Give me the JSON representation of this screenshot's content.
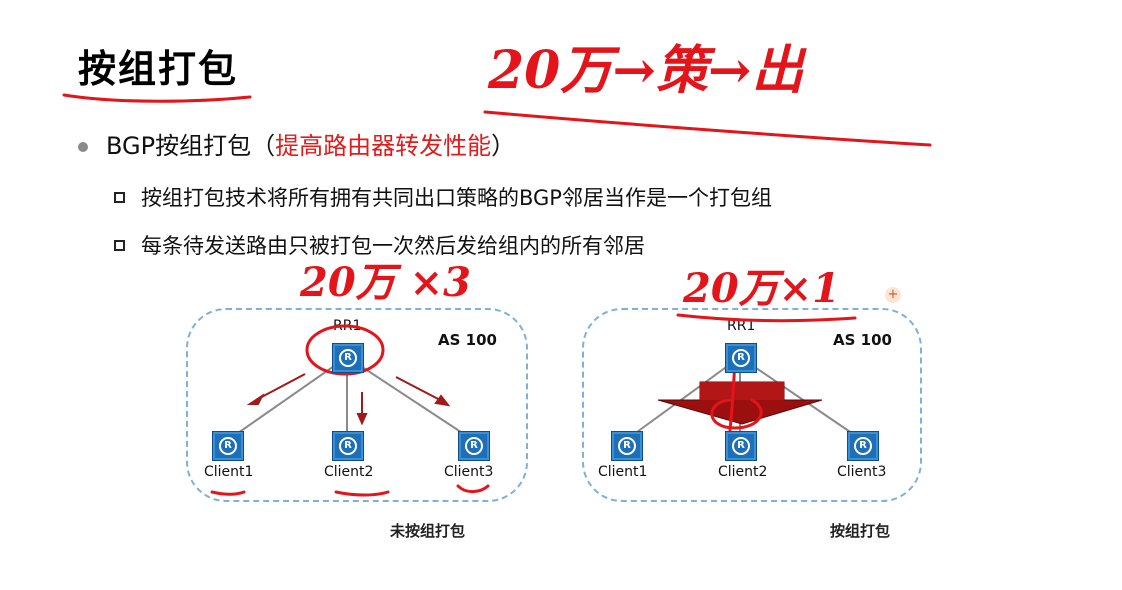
{
  "slide": {
    "title": "按组打包",
    "bullet_main_prefix": "BGP按组打包（",
    "bullet_main_highlight": "提高路由器转发性能",
    "bullet_main_suffix": "）",
    "sub_bullets": [
      "按组打包技术将所有拥有共同出口策略的BGP邻居当作是一个打包组",
      "每条待发送路由只被打包一次然后发给组内的所有邻居"
    ]
  },
  "diagrams": {
    "left": {
      "as_label": "AS 100",
      "rr_label": "RR1",
      "clients": [
        "Client1",
        "Client2",
        "Client3"
      ],
      "caption": "未按组打包"
    },
    "right": {
      "as_label": "AS 100",
      "rr_label": "RR1",
      "clients": [
        "Client1",
        "Client2",
        "Client3"
      ],
      "caption": "按组打包"
    }
  },
  "annotations": {
    "top": "20万→策→出",
    "left": "20万 ×3",
    "right": "20万×1"
  },
  "colors": {
    "ink": "#e3141a",
    "router": "#1d6fb8",
    "as_border": "#7fb0d8",
    "arrow_dark_red": "#a11a1a"
  }
}
